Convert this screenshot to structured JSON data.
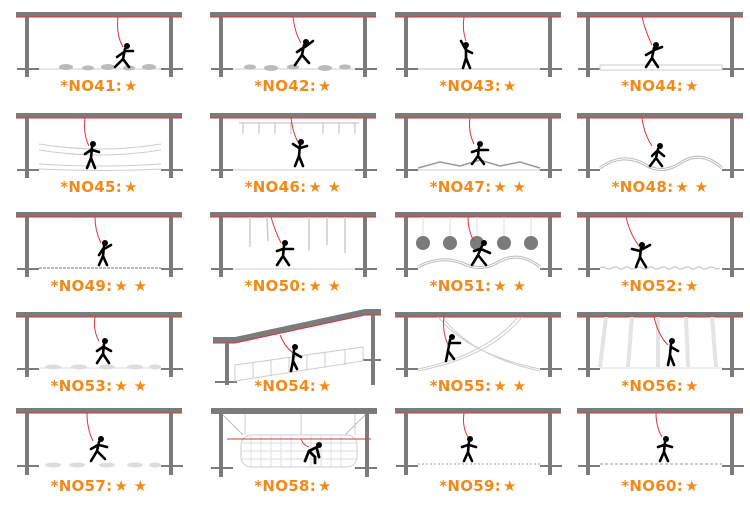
{
  "colors": {
    "frame": "#7b7b7b",
    "rope": "#d9363e",
    "label": "#f08a1a",
    "figure": "#000000",
    "element": "#cfcfcf"
  },
  "items": [
    {
      "id": "NO41",
      "label": "*NO41:",
      "stars": "★",
      "difficulty": 1,
      "type": "stepping-stones"
    },
    {
      "id": "NO42",
      "label": "*NO42:",
      "stars": "★",
      "difficulty": 1,
      "type": "stepping-stones"
    },
    {
      "id": "NO43",
      "label": "*NO43:",
      "stars": "★",
      "difficulty": 1,
      "type": "tightrope"
    },
    {
      "id": "NO44",
      "label": "*NO44:",
      "stars": "★",
      "difficulty": 1,
      "type": "plank-bridge"
    },
    {
      "id": "NO45",
      "label": "*NO45:",
      "stars": "★",
      "difficulty": 1,
      "type": "net-bridge"
    },
    {
      "id": "NO46",
      "label": "*NO46:",
      "stars": "★ ★",
      "difficulty": 2,
      "type": "hanging-ropes"
    },
    {
      "id": "NO47",
      "label": "*NO47:",
      "stars": "★ ★",
      "difficulty": 2,
      "type": "zigzag-bridge"
    },
    {
      "id": "NO48",
      "label": "*NO48:",
      "stars": "★ ★",
      "difficulty": 2,
      "type": "wave-bridge"
    },
    {
      "id": "NO49",
      "label": "*NO49:",
      "stars": "★ ★",
      "difficulty": 2,
      "type": "log-bridge"
    },
    {
      "id": "NO50",
      "label": "*NO50:",
      "stars": "★ ★",
      "difficulty": 2,
      "type": "hanging-ropes"
    },
    {
      "id": "NO51",
      "label": "*NO51:",
      "stars": "★ ★",
      "difficulty": 2,
      "type": "wrecking-balls"
    },
    {
      "id": "NO52",
      "label": "*NO52:",
      "stars": "★",
      "difficulty": 1,
      "type": "wave-wire"
    },
    {
      "id": "NO53",
      "label": "*NO53:",
      "stars": "★ ★",
      "difficulty": 2,
      "type": "stepping-stones"
    },
    {
      "id": "NO54",
      "label": "*NO54:",
      "stars": "★",
      "difficulty": 1,
      "type": "inclined-bridge"
    },
    {
      "id": "NO55",
      "label": "*NO55:",
      "stars": "★ ★",
      "difficulty": 2,
      "type": "cross-swings"
    },
    {
      "id": "NO56",
      "label": "*NO56:",
      "stars": "★",
      "difficulty": 1,
      "type": "vertical-panels"
    },
    {
      "id": "NO57",
      "label": "*NO57:",
      "stars": "★ ★",
      "difficulty": 2,
      "type": "stepping-stones"
    },
    {
      "id": "NO58",
      "label": "*NO58:",
      "stars": "★",
      "difficulty": 1,
      "type": "net-tunnel"
    },
    {
      "id": "NO59",
      "label": "*NO59:",
      "stars": "★",
      "difficulty": 1,
      "type": "plank-bridge"
    },
    {
      "id": "NO60",
      "label": "*NO60:",
      "stars": "★",
      "difficulty": 1,
      "type": "plank-bridge"
    }
  ]
}
